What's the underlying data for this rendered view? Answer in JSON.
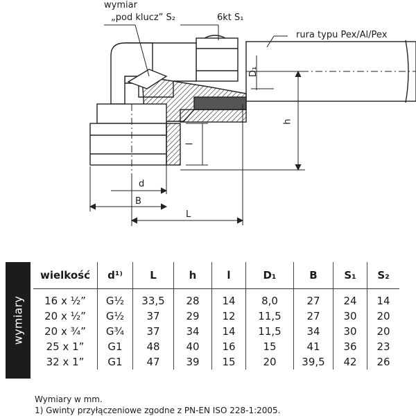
{
  "drawing": {
    "label_wymiar": "wymiar",
    "label_pod_klucz": "„pod klucz” S₂",
    "label_6kt": "6kt S₁",
    "label_rura": "rura typu Pex/Al/Pex",
    "label_D1": "D₁",
    "label_h": "h",
    "label_l": "l",
    "label_d": "d",
    "label_B": "B",
    "label_L": "L"
  },
  "table": {
    "side_label": "wymiary",
    "headers": [
      "wielkość",
      "d¹⁾",
      "L",
      "h",
      "l",
      "D₁",
      "B",
      "S₁",
      "S₂"
    ],
    "rows": [
      [
        "16 x ½”",
        "G½",
        "33,5",
        "28",
        "14",
        "8,0",
        "27",
        "24",
        "14"
      ],
      [
        "20 x ½”",
        "G½",
        "37",
        "29",
        "12",
        "11,5",
        "27",
        "30",
        "20"
      ],
      [
        "20 x ¾”",
        "G¾",
        "37",
        "34",
        "14",
        "11,5",
        "34",
        "30",
        "20"
      ],
      [
        "25 x 1”",
        "G1",
        "48",
        "40",
        "16",
        "15",
        "41",
        "36",
        "23"
      ],
      [
        "32 x 1”",
        "G1",
        "47",
        "39",
        "15",
        "20",
        "39,5",
        "42",
        "26"
      ]
    ]
  },
  "notes": {
    "line1": "Wymiary w mm.",
    "line2": "1) Gwinty przyłączeniowe zgodne z PN-EN ISO 228-1:2005."
  }
}
